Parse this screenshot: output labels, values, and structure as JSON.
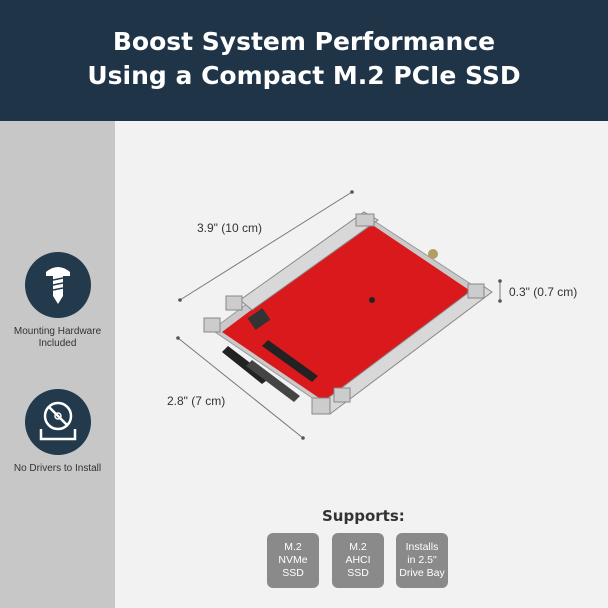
{
  "header": {
    "title_line1": "Boost System Performance",
    "title_line2": "Using a Compact M.2 PCIe SSD"
  },
  "features": [
    {
      "label": "Mounting Hardware Included",
      "icon": "screw-icon"
    },
    {
      "label": "No Drivers to Install",
      "icon": "no-disc-install-icon"
    }
  ],
  "dimensions": {
    "width": "3.9\" (10 cm)",
    "height": "0.3\" (0.7 cm)",
    "depth": "2.8\" (7 cm)"
  },
  "supports": {
    "title": "Supports:",
    "items": [
      "M.2\nNVMe\nSSD",
      "M.2\nAHCI\nSSD",
      "Installs\nin 2.5\"\nDrive Bay"
    ]
  },
  "colors": {
    "header_bg": "#1f3447",
    "sidebar_bg": "#c7c7c7",
    "icon_circle": "#233a4d",
    "badge_bg": "#8a8a8a",
    "pcb_red": "#d9191c"
  }
}
